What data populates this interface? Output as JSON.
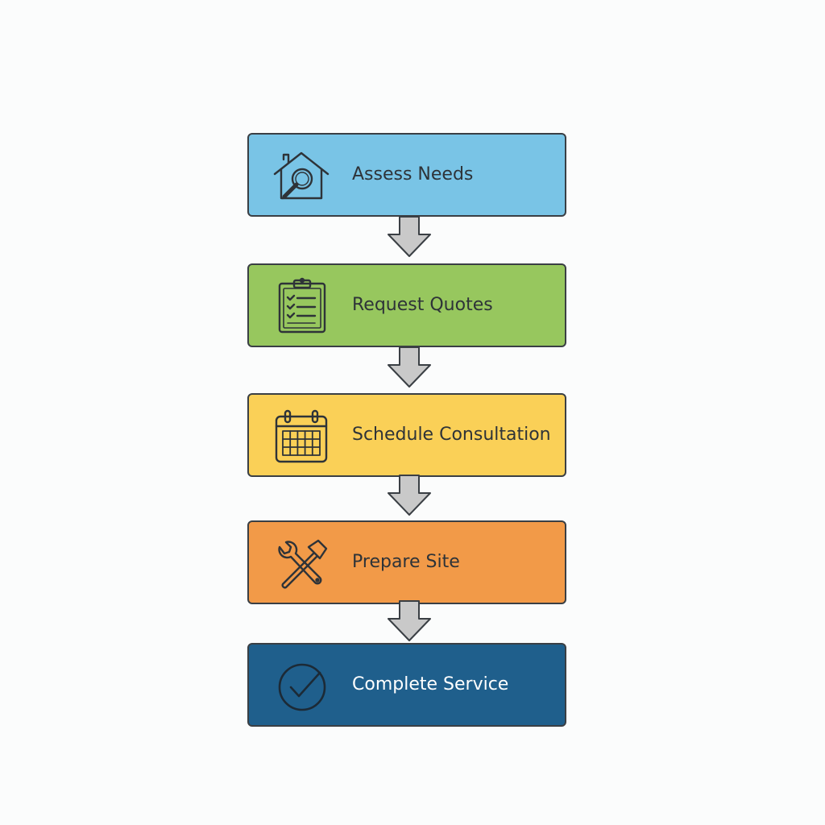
{
  "colors": {
    "assess": "#79c4e6",
    "request": "#97c75e",
    "schedule": "#fad057",
    "prepare": "#f29a48",
    "complete": "#1f5f8c",
    "border": "#3a3f44",
    "arrow": "#c9c9c9"
  },
  "steps": [
    {
      "label": "Assess Needs",
      "icon": "house-search-icon"
    },
    {
      "label": "Request Quotes",
      "icon": "clipboard-checklist-icon"
    },
    {
      "label": "Schedule Consultation",
      "icon": "calendar-icon"
    },
    {
      "label": "Prepare Site",
      "icon": "wrench-hammer-icon"
    },
    {
      "label": "Complete Service",
      "icon": "checkmark-circle-icon"
    }
  ]
}
